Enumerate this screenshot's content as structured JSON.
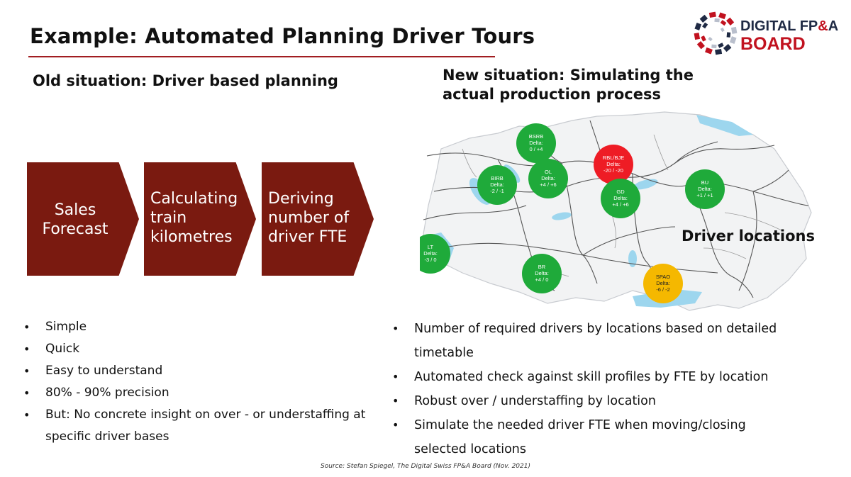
{
  "slide": {
    "title": "Example: Automated Planning Driver Tours",
    "source": "Source: Stefan Spiegel, The Digital Swiss FP&A Board (Nov. 2021)"
  },
  "logo": {
    "line1_main": "DIGITAL FP",
    "line1_amp": "&",
    "line1_end": "A",
    "line2": "BOARD"
  },
  "old_situation": {
    "heading": "Old situation: Driver based planning",
    "steps": [
      "Sales Forecast",
      "Calculating train kilometres",
      "Deriving number of driver FTE"
    ],
    "bullets": [
      "Simple",
      "Quick",
      "Easy to understand",
      "80% - 90% precision",
      "But: No concrete insight on over - or understaffing at specific driver bases"
    ]
  },
  "new_situation": {
    "heading": "New situation: Simulating the actual production process",
    "map_label": "Driver locations",
    "bullets": [
      "Number of required drivers by locations based on detailed timetable",
      "Automated check against skill profiles by FTE by location",
      "Robust over / understaffing by location",
      "Simulate the needed driver FTE when moving/closing selected locations"
    ]
  },
  "map_markers": [
    {
      "code": "BSRB",
      "label": "Delta:",
      "value": "0 / +4",
      "status": "green"
    },
    {
      "code": "RBL/BJE",
      "label": "Delta:",
      "value": "-20 / -20",
      "status": "red"
    },
    {
      "code": "BIRB",
      "label": "Delta:",
      "value": "-2 / -1",
      "status": "green"
    },
    {
      "code": "OL",
      "label": "Delta:",
      "value": "+4 / +6",
      "status": "green"
    },
    {
      "code": "GD",
      "label": "Delta:",
      "value": "+4 / +6",
      "status": "green"
    },
    {
      "code": "BU",
      "label": "Delta:",
      "value": "+1 / +1",
      "status": "green"
    },
    {
      "code": "LT",
      "label": "Delta:",
      "value": "-3 / 0",
      "status": "green"
    },
    {
      "code": "BR",
      "label": "Delta:",
      "value": "+4 / 0",
      "status": "green"
    },
    {
      "code": "SPAO",
      "label": "Delta:",
      "value": "-6 / -2",
      "status": "yellow"
    }
  ],
  "colors": {
    "accent_rule": "#a11d21",
    "chevron": "#7a1a10",
    "marker_green": "#1faa3a",
    "marker_red": "#ee1c25",
    "marker_yellow": "#f5b800",
    "lake": "#9dd6ee"
  }
}
